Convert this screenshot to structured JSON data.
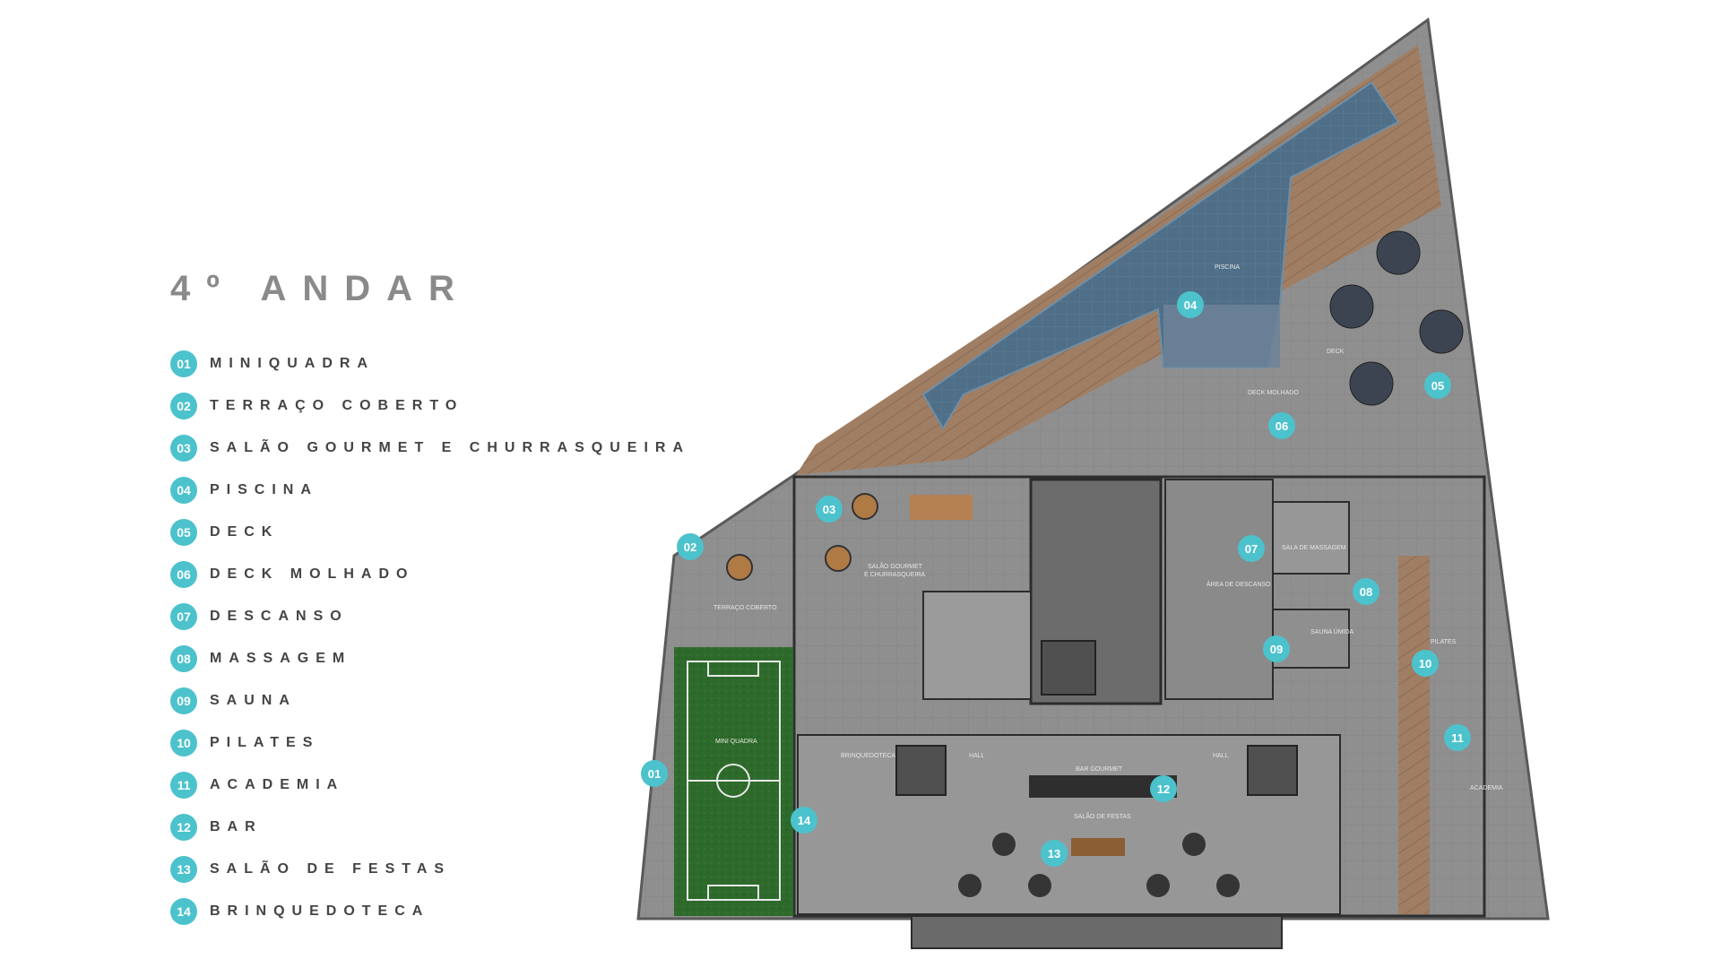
{
  "title": "4º ANDAR",
  "legend": [
    {
      "num": "01",
      "label": "MINIQUADRA"
    },
    {
      "num": "02",
      "label": "TERRAÇO COBERTO"
    },
    {
      "num": "03",
      "label": "SALÃO GOURMET E CHURRASQUEIRA"
    },
    {
      "num": "04",
      "label": "PISCINA"
    },
    {
      "num": "05",
      "label": "DECK"
    },
    {
      "num": "06",
      "label": "DECK MOLHADO"
    },
    {
      "num": "07",
      "label": "DESCANSO"
    },
    {
      "num": "08",
      "label": "MASSAGEM"
    },
    {
      "num": "09",
      "label": "SAUNA"
    },
    {
      "num": "10",
      "label": "PILATES"
    },
    {
      "num": "11",
      "label": "ACADEMIA"
    },
    {
      "num": "12",
      "label": "BAR"
    },
    {
      "num": "13",
      "label": "SALÃO DE FESTAS"
    },
    {
      "num": "14",
      "label": "BRINQUEDOTECA"
    }
  ],
  "plan_labels": {
    "piscina": "PISCINA",
    "deck": "DECK",
    "deck_molhado": "DECK MOLHADO",
    "terraco": "TERRAÇO COBERTO",
    "salao_gourmet_1": "SALÃO GOURMET",
    "salao_gourmet_2": "E CHURRASQUEIRA",
    "area_descanso": "ÁREA DE DESCANSO",
    "sala_massagem": "SALA DE MASSAGEM",
    "sauna_umida": "SAUNA ÚMIDA",
    "pilates": "PILATES",
    "academia": "ACADEMIA",
    "mini_quadra": "MINI QUADRA",
    "brinquedoteca": "BRINQUEDOTECA",
    "hall_1": "HALL",
    "hall_2": "HALL",
    "bar_gourmet": "BAR GOURMET",
    "salao_festas": "SALÃO DE FESTAS"
  },
  "colors": {
    "accent": "#4cc2cc",
    "floor": "#8e8e8e",
    "wood": "#9c7b62",
    "pool": "#4e6e86",
    "grass": "#2f6b2c"
  }
}
